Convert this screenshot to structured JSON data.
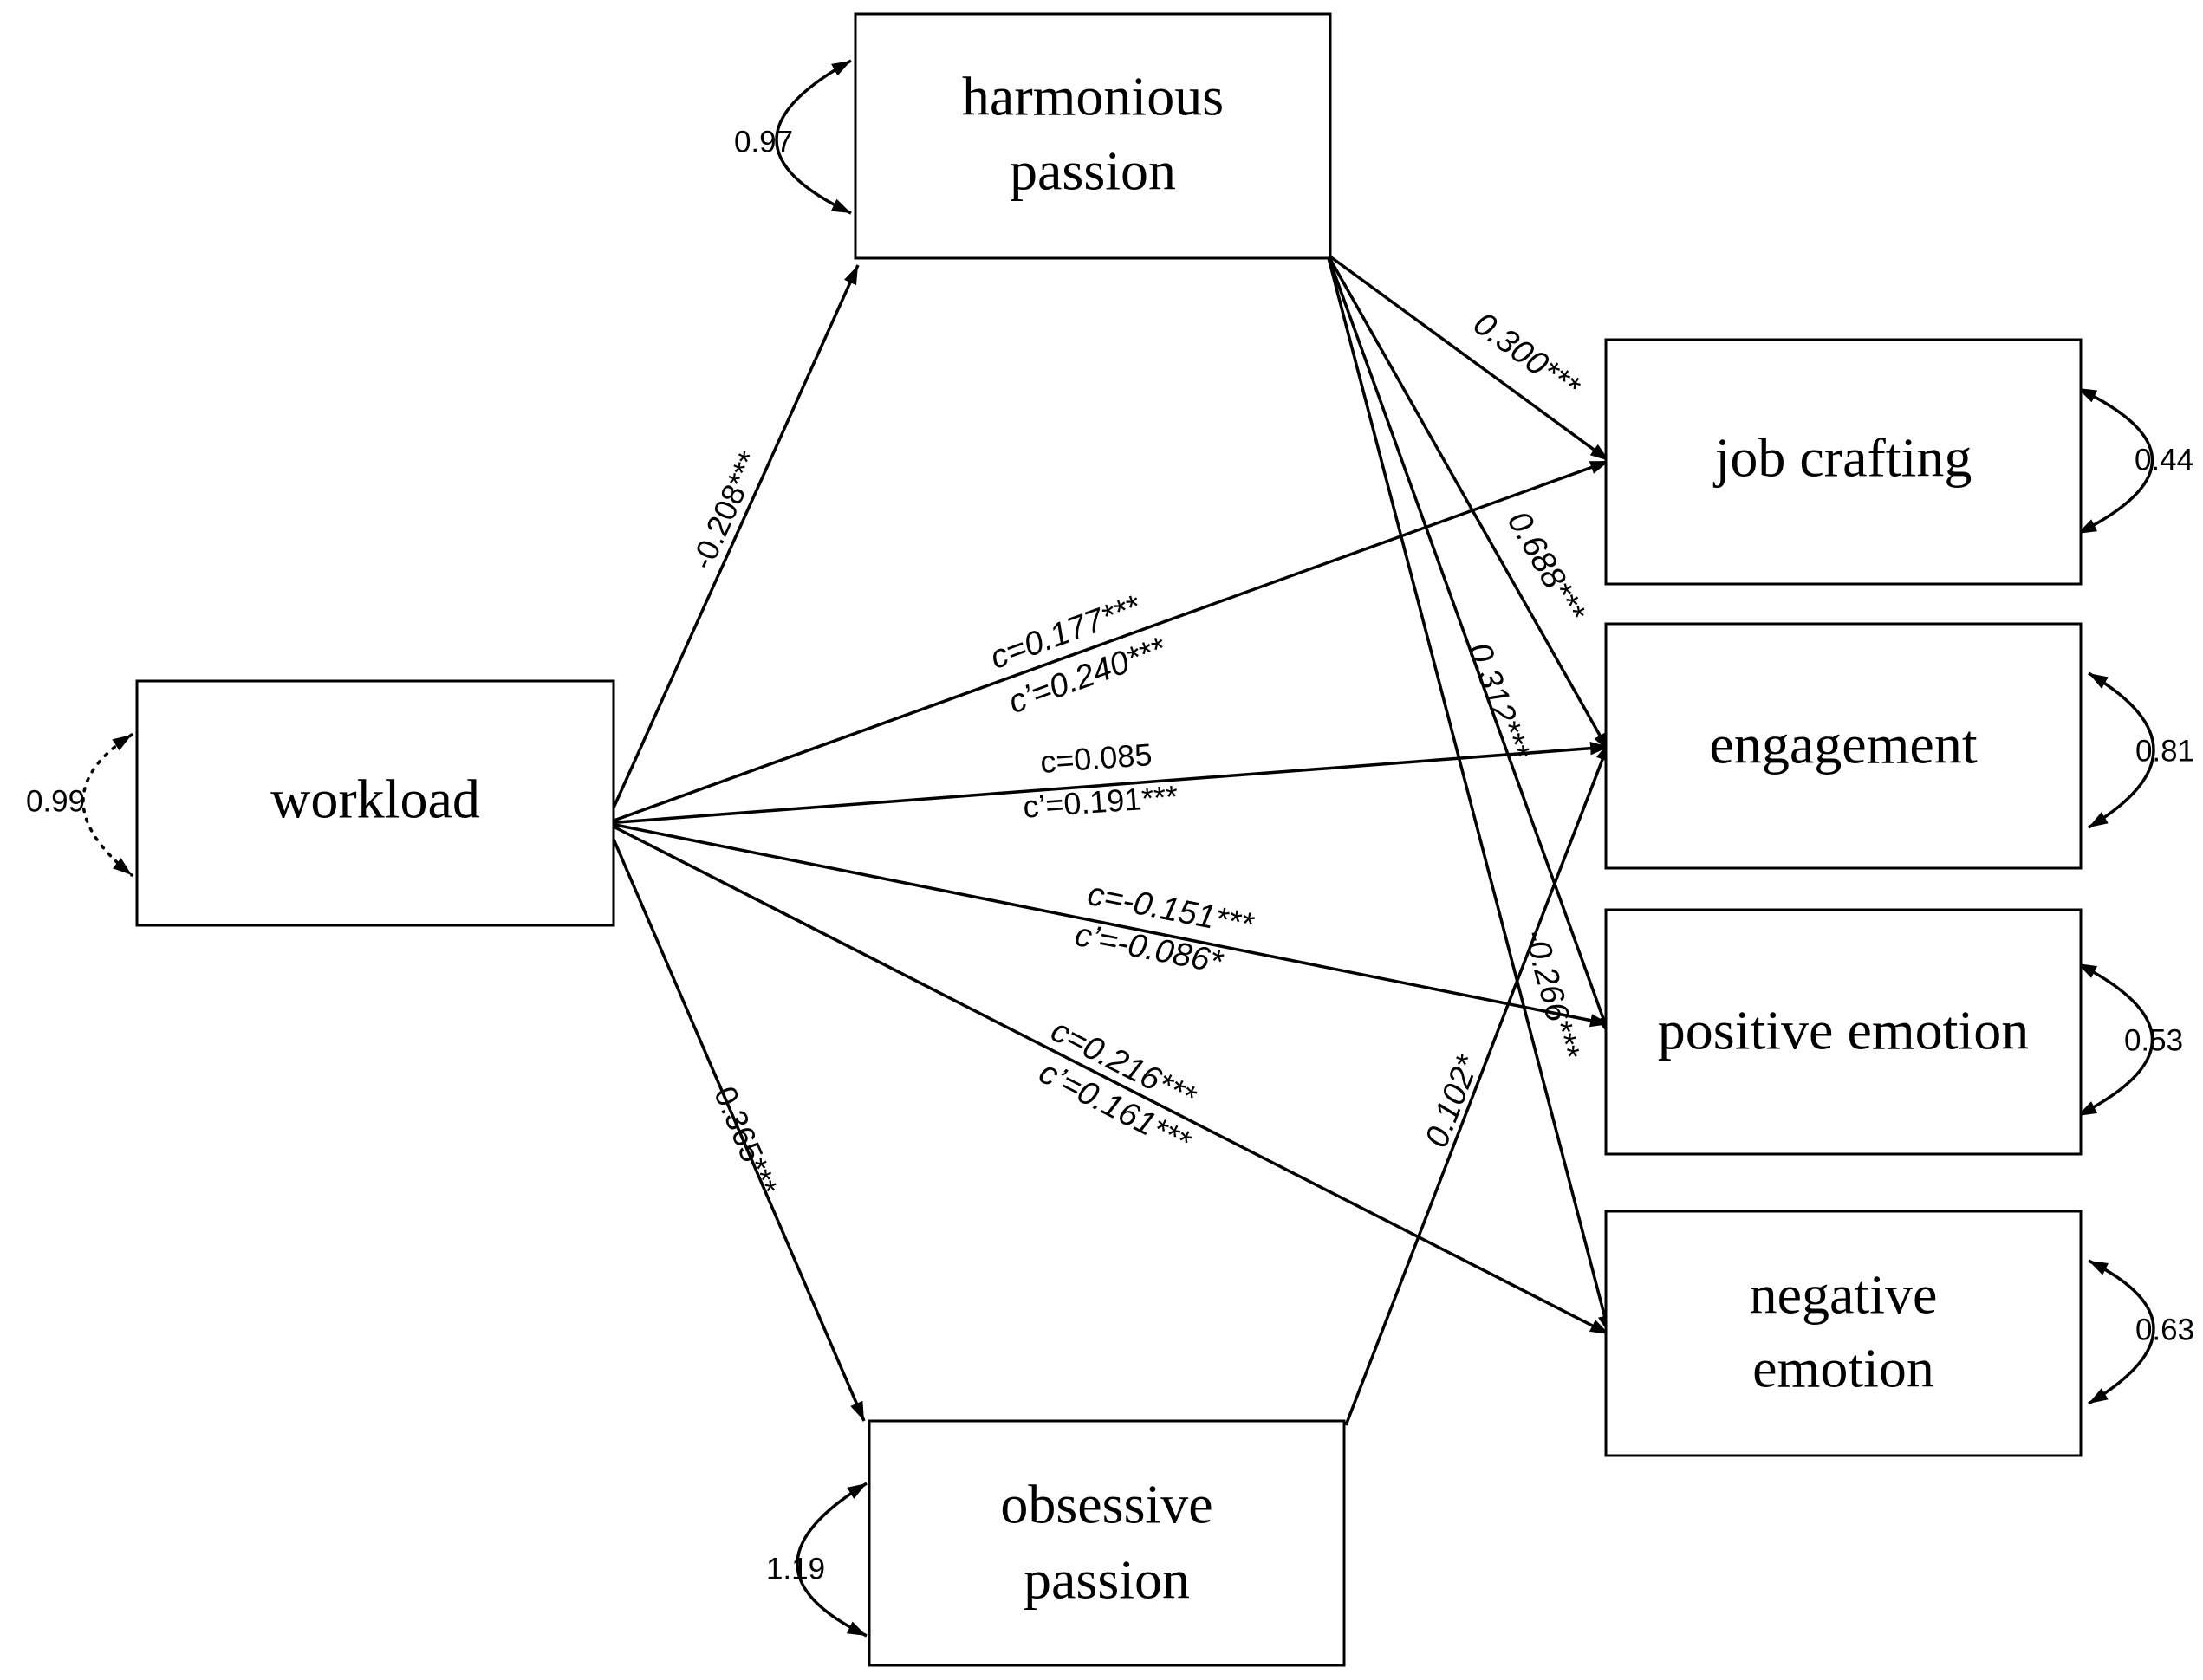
{
  "nodes": {
    "workload": {
      "lines": [
        "workload"
      ],
      "variance": "0.99"
    },
    "harmonious_passion": {
      "lines": [
        "harmonious",
        "passion"
      ],
      "variance": "0.97"
    },
    "obsessive_passion": {
      "lines": [
        "obsessive",
        "passion"
      ],
      "variance": "1.19"
    },
    "job_crafting": {
      "lines": [
        "job crafting"
      ],
      "variance": "0.44"
    },
    "engagement": {
      "lines": [
        "engagement"
      ],
      "variance": "0.81"
    },
    "positive_emotion": {
      "lines": [
        "positive emotion"
      ],
      "variance": "0.53"
    },
    "negative_emotion": {
      "lines": [
        "negative",
        "emotion"
      ],
      "variance": "0.63"
    }
  },
  "paths": {
    "workload_to_harmonious": "-0.208***",
    "workload_to_obsessive": "0.365***",
    "workload_to_job_crafting": {
      "c": "c=0.177***",
      "c_prime": "c’=0.240***"
    },
    "workload_to_engagement": {
      "c": "c=0.085",
      "c_prime": "c’=0.191***"
    },
    "workload_to_positive_emotion": {
      "c": "c=-0.151***",
      "c_prime": "c’=-0.086*"
    },
    "workload_to_negative_emotion": {
      "c": "c=0.216***",
      "c_prime": "c’=0.161***"
    },
    "harmonious_to_job_crafting": "0.300***",
    "harmonious_to_engagement": "0.688***",
    "harmonious_to_positive_emotion": "0.312***",
    "harmonious_to_negative_emotion": "-0.266***",
    "obsessive_to_engagement": "0.102*"
  }
}
